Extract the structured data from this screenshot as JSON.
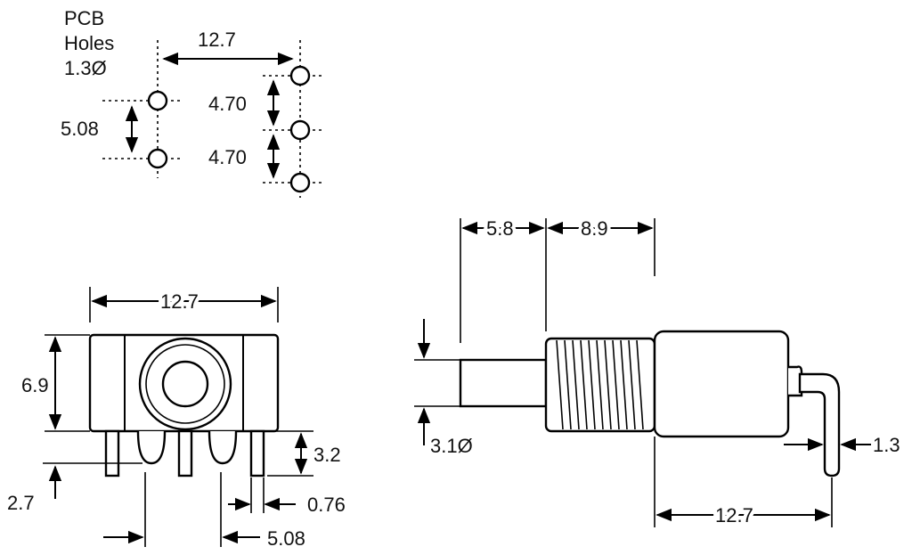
{
  "pcb_holes": {
    "title_line1": "PCB",
    "title_line2": "Holes",
    "title_line3": "1.3Ø",
    "spacing_horizontal": "12.7",
    "spacing_left_vertical": "5.08",
    "spacing_right_vertical_1": "4.70",
    "spacing_right_vertical_2": "4.70"
  },
  "front_view": {
    "width": "12.7",
    "height": "6.9",
    "pin_length": "3.2",
    "standoff": "2.7",
    "pin_width": "0.76",
    "pin_pitch": "5.08"
  },
  "side_view": {
    "lever_length": "5.8",
    "bushing_length": "8.9",
    "lever_diameter": "3.1Ø",
    "terminal_width": "1.3",
    "body_depth": "12.7"
  }
}
